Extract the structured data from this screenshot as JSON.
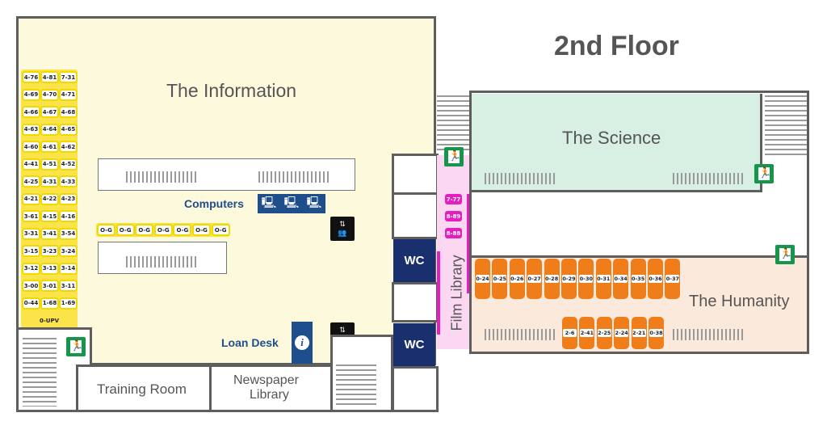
{
  "floor_title": "2nd Floor",
  "rooms": {
    "information": "The Information",
    "science": "The Science",
    "humanity": "The Humanity",
    "training": "Training Room",
    "newspaper_line1": "Newspaper",
    "newspaper_line2": "Library",
    "film": "Film Library"
  },
  "labels": {
    "computers": "Computers",
    "loan_desk": "Loan Desk",
    "wc_top": "WC",
    "wc_bottom": "WC",
    "info_icon": "i"
  },
  "yellow_grid": [
    [
      "4-76",
      "4-81",
      "7-31"
    ],
    [
      "4-69",
      "4-70",
      "4-71"
    ],
    [
      "4-66",
      "4-67",
      "4-68"
    ],
    [
      "4-63",
      "4-64",
      "4-65"
    ],
    [
      "4-60",
      "4-61",
      "4-62"
    ],
    [
      "4-41",
      "4-51",
      "4-52"
    ],
    [
      "4-25",
      "4-31",
      "4-33"
    ],
    [
      "4-21",
      "4-22",
      "4-23"
    ],
    [
      "3-61",
      "4-15",
      "4-16"
    ],
    [
      "3-31",
      "3-41",
      "3-54"
    ],
    [
      "3-15",
      "3-23",
      "3-24"
    ],
    [
      "3-12",
      "3-13",
      "3-14"
    ],
    [
      "3-00",
      "3-01",
      "3-11"
    ],
    [
      "0-44",
      "1-68",
      "1-69"
    ]
  ],
  "yellow_bottom": "0-UPV",
  "og_row": [
    "O-G",
    "O-G",
    "O-G",
    "O-G",
    "O-G",
    "O-G",
    "O-G"
  ],
  "magenta": [
    "7-77",
    "8-89",
    "8-88"
  ],
  "orange_top": [
    "0-24",
    "0-25",
    "0-26",
    "0-27",
    "0-28",
    "0-29",
    "0-30",
    "0-31",
    "0-34",
    "0-35",
    "0-36",
    "0-37"
  ],
  "orange_bottom": [
    "2-6",
    "2-41",
    "2-25",
    "2-24",
    "2-21",
    "0-38"
  ],
  "colors": {
    "information_bg": "#fdf9dc",
    "science_bg": "#d8efe3",
    "humanity_bg": "#fbe9dc",
    "film_bg": "#fbd7f1",
    "accent_blue": "#1f4e8c"
  }
}
